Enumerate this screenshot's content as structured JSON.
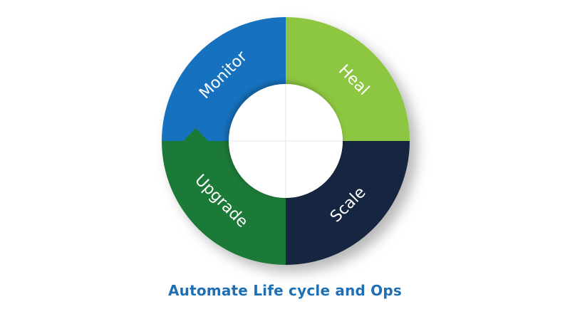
{
  "diagram": {
    "caption": "Automate Life cycle and Ops",
    "segments": [
      {
        "label": "Monitor",
        "color": "#1372bf"
      },
      {
        "label": "Heal",
        "color": "#8dc63f"
      },
      {
        "label": "Scale",
        "color": "#14253f"
      },
      {
        "label": "Upgrade",
        "color": "#1f7a37"
      }
    ],
    "center_color": "#ffffff"
  }
}
